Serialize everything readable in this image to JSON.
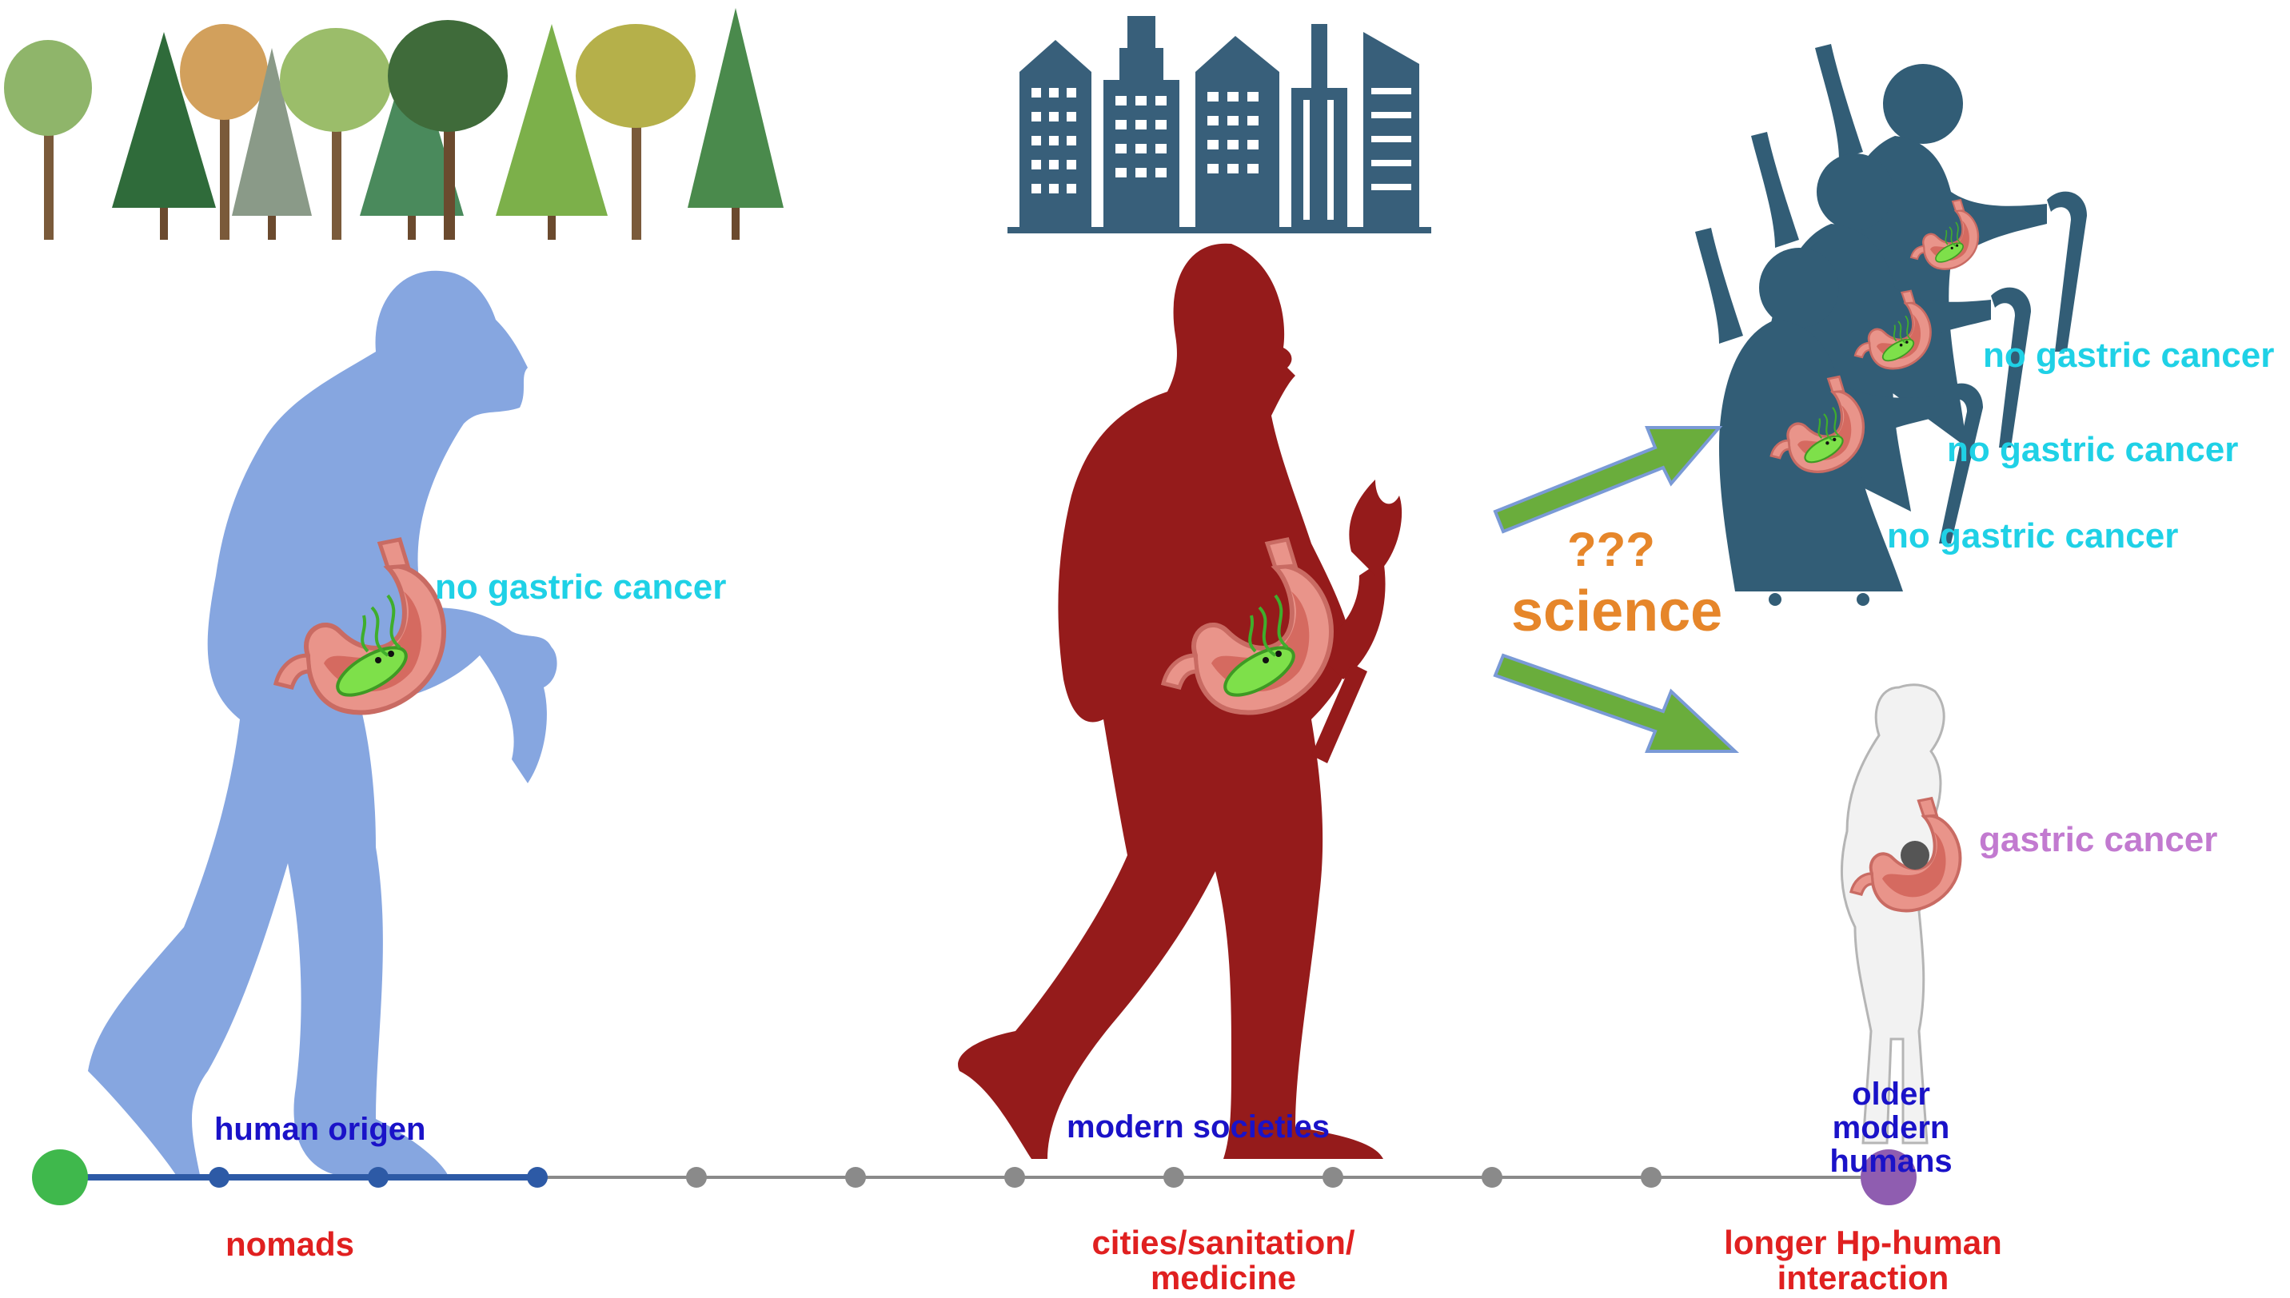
{
  "labels": {
    "human_origin": "human origen",
    "modern_societies": "modern societies",
    "older_modern_humans": "older modern humans",
    "nomads": "nomads",
    "cities": "cities/sanitation/ medicine",
    "longer_interaction": "longer Hp-human interaction",
    "no_cancer_ancient": "no gastric cancer",
    "no_cancer_1": "no gastric cancer",
    "no_cancer_2": "no gastric cancer",
    "no_cancer_3": "no gastric cancer",
    "gastric_cancer": "gastric cancer",
    "question_marks": "???",
    "science": "science"
  },
  "colors": {
    "ancient_human": "#86a6e0",
    "modern_human": "#951b1b",
    "elders": "#325d76",
    "buildings": "#385f7a",
    "arrow": "#6aad3c",
    "timeline_filled": "#2d5aa6",
    "timeline_gray": "#8a8a8a",
    "start_node": "#3fb84c",
    "end_node": "#8f5db0"
  }
}
